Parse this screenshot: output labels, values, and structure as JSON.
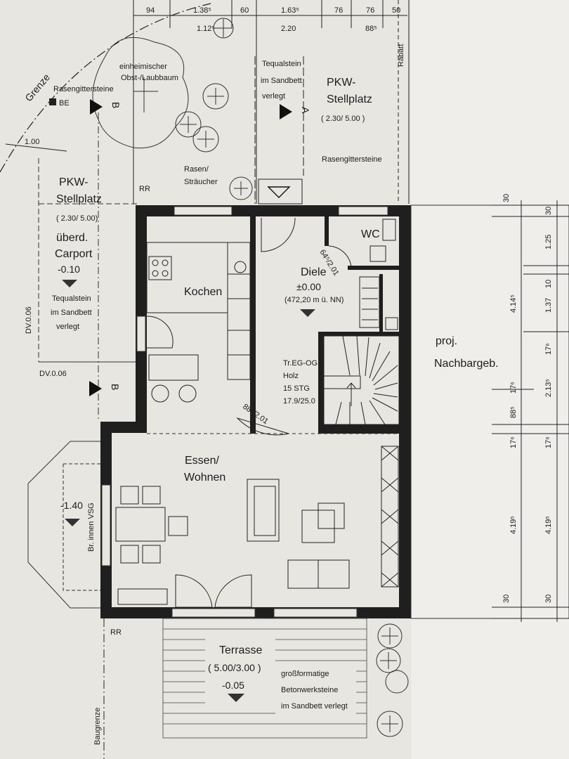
{
  "labels": {
    "grenze": "Grenze",
    "rasengitter_top": "Rasengittersteine",
    "be": "BE",
    "obstbaum_1": "einheimischer",
    "obstbaum_2": "Obst-/Laubbaum",
    "tequalstein_top_1": "Tequalstein",
    "tequalstein_top_2": "im Sandbett",
    "tequalstein_top_3": "verlegt",
    "pkw_right_1": "PKW-",
    "pkw_right_2": "Stellplatz",
    "pkw_right_3": "( 2.30/ 5.00 )",
    "rabatt": "Rabatt",
    "rasengitter_right": "Rasengittersteine",
    "rasen_1": "Rasen/",
    "rasen_2": "Sträucher",
    "rr_top": "RR",
    "pkw_left_1": "PKW-",
    "pkw_left_2": "Stellplatz",
    "pkw_left_3": "( 2.30/ 5.00)",
    "carport_1": "überd.",
    "carport_2": "Carport",
    "carport_3": "-0.10",
    "tequalstein_left_1": "Tequalstein",
    "tequalstein_left_2": "im Sandbett",
    "tequalstein_left_3": "verlegt",
    "dv_vertical": "DV.0.06",
    "dv_horizontal": "DV.0.06",
    "dim_100": "1.00",
    "section_b": "B",
    "section_a": "A",
    "kochen": "Kochen",
    "diele_1": "Diele",
    "diele_2": "±0.00",
    "diele_3": "(472,20 m ü. NN)",
    "wc": "WC",
    "door_wc": "64⁵/2.01",
    "door_kitchen": "88⁵/2.01",
    "stair_1": "Tr.EG-OG",
    "stair_2": "Holz",
    "stair_3": "15 STG",
    "stair_4": "17.9/25.0",
    "essen_1": "Essen/",
    "essen_2": "Wohnen",
    "terrace_level": "-1.40",
    "br_innen": "Br. innen VSG",
    "proj_1": "proj.",
    "proj_2": "Nachbargeb.",
    "terrasse_1": "Terrasse",
    "terrasse_2": "( 5.00/3.00 )",
    "terrasse_3": "-0.05",
    "beton_1": "großformatige",
    "beton_2": "Betonwerksteine",
    "beton_3": "im Sandbett verlegt",
    "rr_bottom": "RR",
    "baugrenze": "Baugrenze"
  },
  "dims_top": {
    "d1": "94",
    "d2": "1.38⁵",
    "d3": "1.12⁵",
    "d4": "60",
    "d5": "1.63⁵",
    "d6": "2.20",
    "d7": "76",
    "d8": "76",
    "d9": "88⁵",
    "d10": "50"
  },
  "dims_right_inner": [
    "30",
    "4.14⁵",
    "17⁶",
    "88⁵",
    "17⁶",
    "4.19⁵",
    "30"
  ],
  "dims_right_outer": [
    "30",
    "1.25",
    "10",
    "1.37",
    "17⁶",
    "2.13⁵",
    "17⁶",
    "4.19⁵",
    "30"
  ],
  "colors": {
    "paper": "#e8e6e1",
    "wall": "#1f1f1f",
    "line": "#2a2a2a"
  }
}
